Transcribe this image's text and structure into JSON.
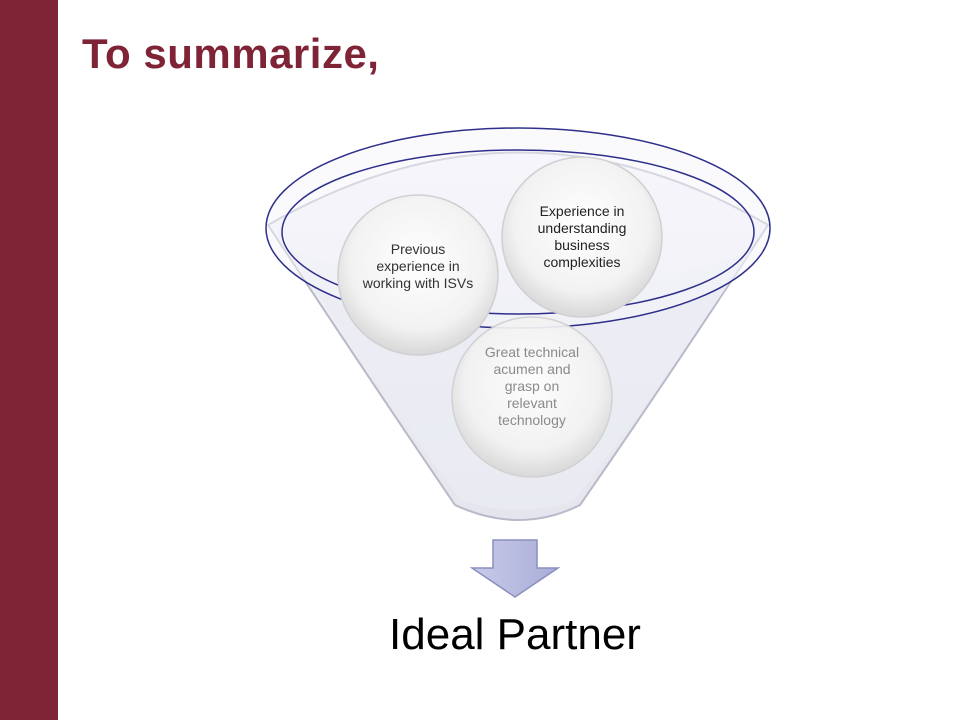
{
  "slide": {
    "title": "To summarize,",
    "colors": {
      "accent": "#7f2436",
      "funnel_outline": "#2e2f8a",
      "arrow_fill": "#b9bce0",
      "arrow_stroke": "#8a8fbf"
    }
  },
  "funnel": {
    "items": [
      {
        "label": "Previous experience in working with ISVs",
        "color": "#333333"
      },
      {
        "label": "Experience in understanding business complexities",
        "color": "#222222"
      },
      {
        "label": "Great technical acumen and grasp on relevant technology",
        "color": "#8a8a8a"
      }
    ],
    "result": "Ideal Partner",
    "arrow_icon": "down-arrow-icon"
  }
}
